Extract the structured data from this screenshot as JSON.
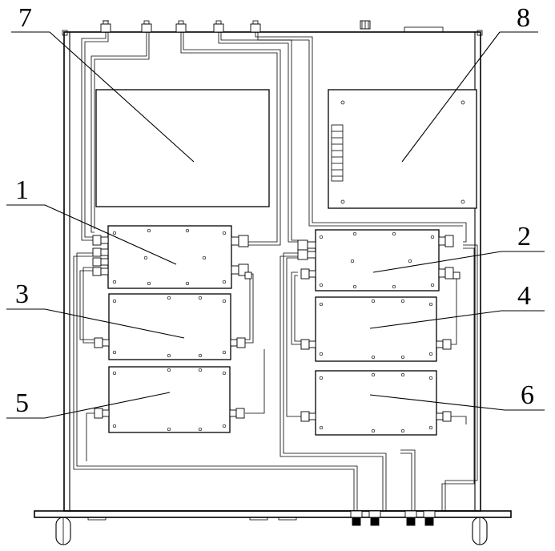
{
  "figure": {
    "labels": [
      {
        "id": "1",
        "text": "1"
      },
      {
        "id": "2",
        "text": "2"
      },
      {
        "id": "3",
        "text": "3"
      },
      {
        "id": "4",
        "text": "4"
      },
      {
        "id": "5",
        "text": "5"
      },
      {
        "id": "6",
        "text": "6"
      },
      {
        "id": "7",
        "text": "7"
      },
      {
        "id": "8",
        "text": "8"
      }
    ]
  },
  "colors": {
    "line": "#000000",
    "background": "#ffffff"
  }
}
